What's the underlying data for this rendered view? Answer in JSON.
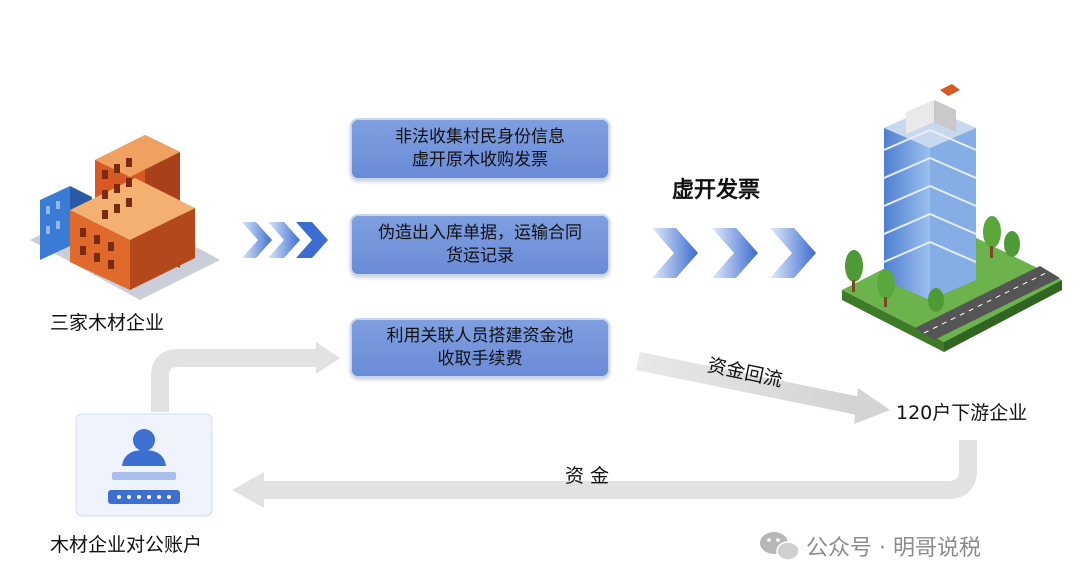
{
  "boxes": [
    {
      "line1": "非法收集村民身份信息",
      "line2": "虚开原木收购发票"
    },
    {
      "line1": "伪造出入库单据，运输合同",
      "line2": "货运记录"
    },
    {
      "line1": "利用关联人员搭建资金池",
      "line2": "收取手续费"
    }
  ],
  "labels": {
    "left_company": "三家木材企业",
    "right_company": "120户下游企业",
    "account": "木材企业对公账户",
    "fake_invoice": "虚开发票",
    "fund_return": "资金回流",
    "funds": "资 金"
  },
  "watermark": {
    "text": "公众号 · 明哥说税"
  },
  "colors": {
    "box": "#7393dc",
    "arrow": "#4a74d4",
    "flow": "#e3e3e3"
  }
}
